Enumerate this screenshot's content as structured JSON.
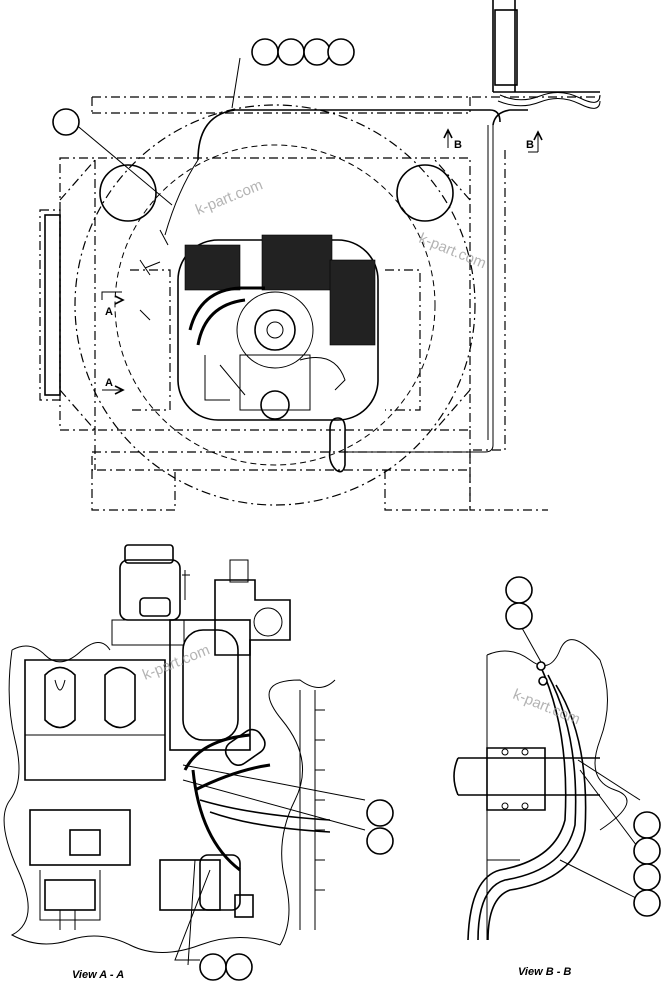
{
  "section_labels": {
    "a_upper": "A",
    "a_lower": "A",
    "b_left": "B",
    "b_right": "B"
  },
  "captions": {
    "view_a": "View A - A",
    "view_b": "View B - B"
  },
  "watermarks": {
    "top": "k-part.com",
    "top_right": "k-part.com",
    "left": "k-part.com",
    "right": "k-part.com"
  }
}
